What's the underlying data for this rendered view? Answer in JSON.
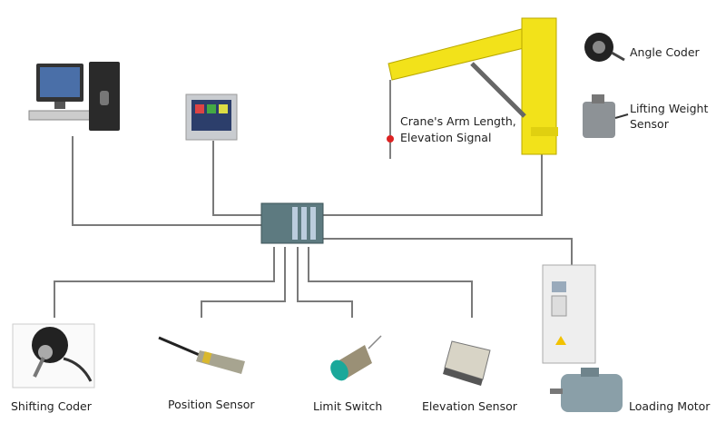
{
  "labels": {
    "angle_coder": "Angle Coder",
    "lifting_weight_sensor_1": "Lifting Weight",
    "lifting_weight_sensor_2": "Sensor",
    "crane_signal_1": "Crane's Arm Length,",
    "crane_signal_2": "Elevation Signal",
    "shifting_coder": "Shifting Coder",
    "position_sensor": "Position Sensor",
    "limit_switch": "Limit Switch",
    "elevation_sensor": "Elevation Sensor",
    "loading_motor": "Loading Motor"
  },
  "colors": {
    "line": "#7a7a7a",
    "crane": "#f2e21a",
    "plc": "#5d7a80",
    "limit_switch_face": "#1aa89a"
  }
}
